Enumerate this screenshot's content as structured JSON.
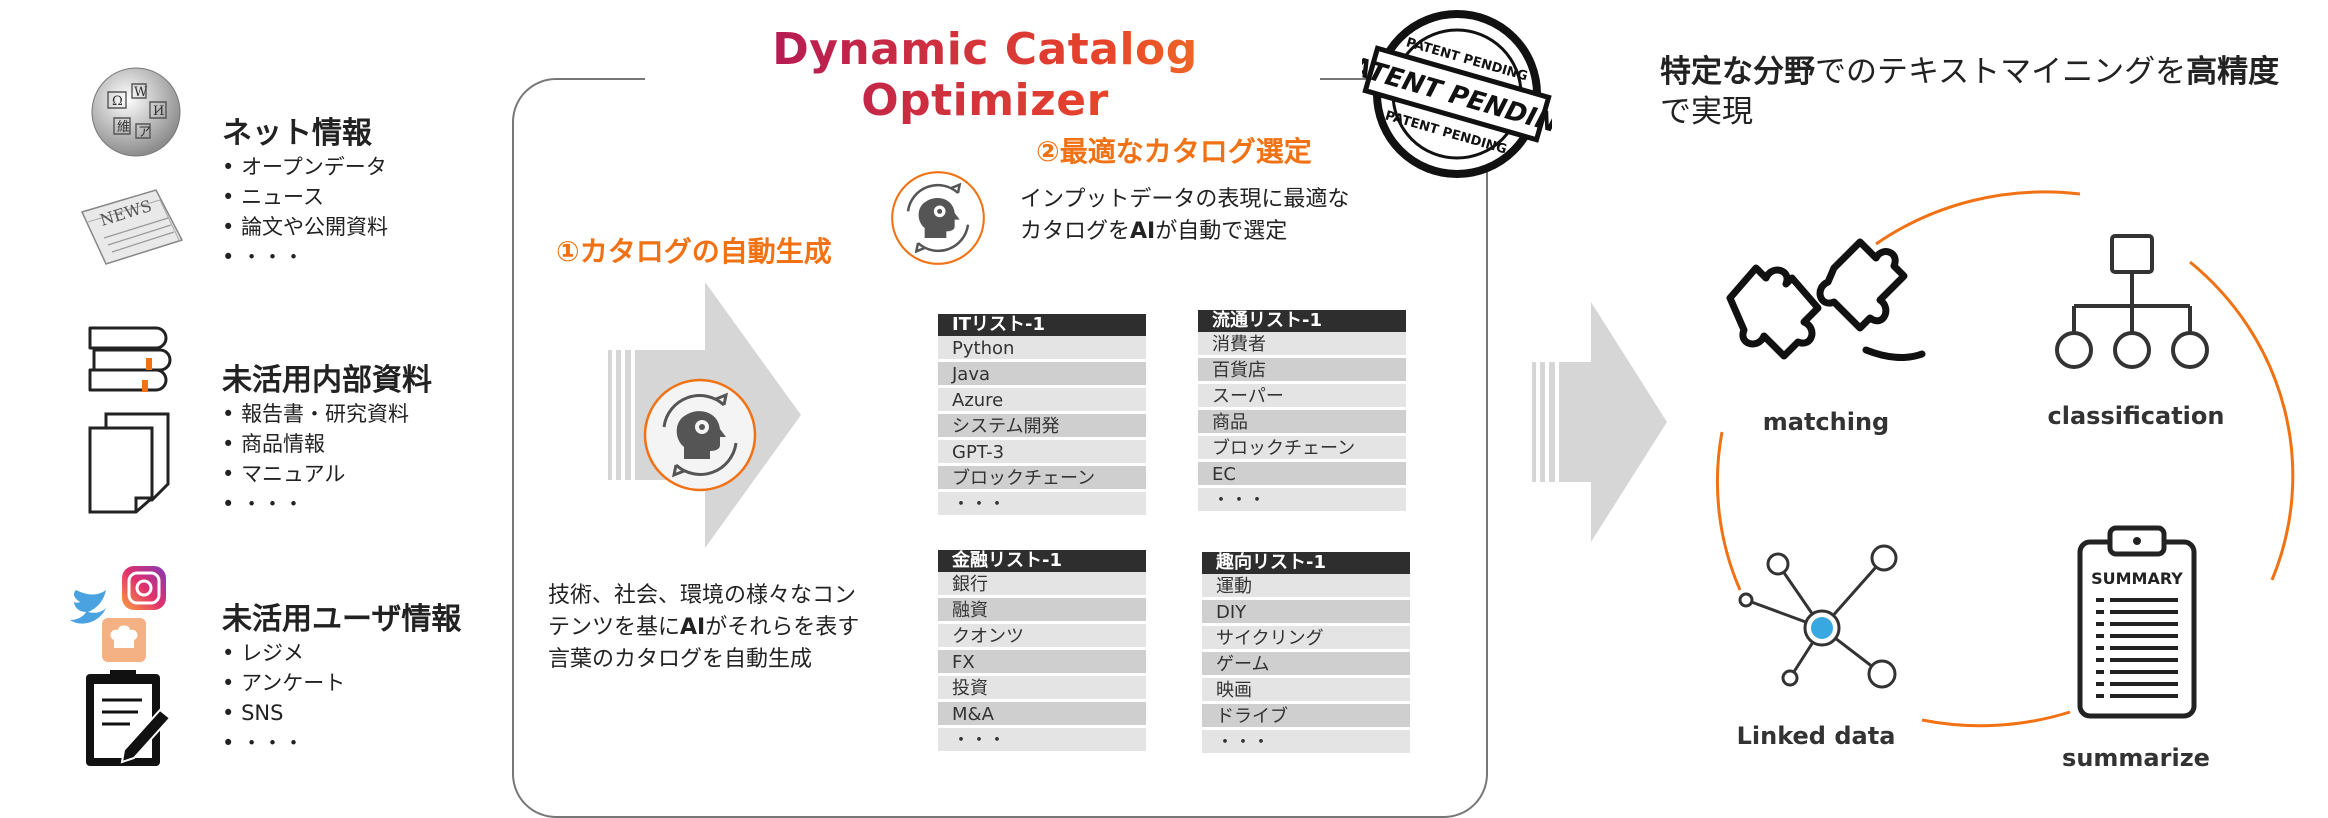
{
  "title": "Dynamic Catalog Optimizer",
  "stamp": {
    "line1": "PATENT PENDING",
    "line2": "PATENT PENDING",
    "line3": "PATENT PENDING"
  },
  "sources": [
    {
      "heading": "ネット情報",
      "items": [
        "オープンデータ",
        "ニュース",
        "論文や公開資料",
        "・・・"
      ],
      "icons": [
        "wikipedia-globe-icon",
        "newspaper-icon"
      ]
    },
    {
      "heading": "未活用内部資料",
      "items": [
        "報告書・研究資料",
        "商品情報",
        "マニュアル",
        "・・・"
      ],
      "icons": [
        "books-stack-icon",
        "documents-icon"
      ]
    },
    {
      "heading": "未活用ユーザ情報",
      "items": [
        "レジメ",
        "アンケート",
        "SNS",
        "・・・"
      ],
      "icons": [
        "social-media-icon",
        "clipboard-pen-icon"
      ]
    }
  ],
  "step1": {
    "label": "①カタログの自動生成",
    "desc_lines": [
      "技術、社会、環境の様々なコン",
      "テンツを基に",
      "AI",
      "がそれらを表す",
      "言葉のカタログを自動生成"
    ]
  },
  "step2": {
    "label": "②最適なカタログ選定",
    "desc_line1": "インプットデータの表現に最適な",
    "desc_pre": "カタログを",
    "desc_bold": "AI",
    "desc_post": "が自動で選定"
  },
  "lists": [
    {
      "header": "ITリスト-1",
      "rows": [
        "Python",
        "Java",
        "Azure",
        "システム開発",
        "GPT-3",
        "ブロックチェーン",
        "・・・"
      ]
    },
    {
      "header": "流通リスト-1",
      "rows": [
        "消費者",
        "百貨店",
        "スーパー",
        "商品",
        "ブロックチェーン",
        "EC",
        "・・・"
      ]
    },
    {
      "header": "金融リスト-1",
      "rows": [
        "銀行",
        "融資",
        "クオンツ",
        "FX",
        "投資",
        "M&A",
        "・・・"
      ]
    },
    {
      "header": "趣向リスト-1",
      "rows": [
        "運動",
        "DIY",
        "サイクリング",
        "ゲーム",
        "映画",
        "ドライブ",
        "・・・"
      ]
    }
  ],
  "right": {
    "b1": "特定な分野",
    "t1": "でのテキストマイニングを",
    "b2": "高精度",
    "t2": "で実現",
    "capabilities": [
      "matching",
      "classification",
      "Linked data",
      "summarize"
    ],
    "summary_label": "SUMMARY"
  },
  "colors": {
    "accent": "#f07214",
    "title_start": "#a8105e",
    "title_end": "#f28a23",
    "arrow": "#d0d0d0",
    "link_node": "#3aa8e0"
  }
}
